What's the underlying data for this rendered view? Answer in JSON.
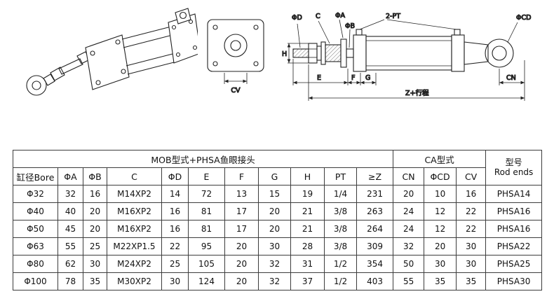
{
  "drawings": {
    "end_view": {
      "cv_label": "CV"
    },
    "side_view": {
      "labels": {
        "phi_d": "ΦD",
        "c": "C",
        "phi_a": "ΦA",
        "phi_b": "ΦB",
        "two_pt": "2-PT",
        "phi_cd": "ΦCD",
        "h": "H",
        "e": "E",
        "f": "F",
        "g": "G",
        "cn": "CN",
        "z_stroke": "Z+行程"
      }
    }
  },
  "table": {
    "group_headers": {
      "mob": "MOB型式+PHSA鱼眼接头",
      "ca": "CA型式",
      "model_cn": "型号",
      "model_en": "Rod ends"
    },
    "columns": [
      "缸径Bore",
      "ΦA",
      "ΦB",
      "C",
      "ΦD",
      "E",
      "F",
      "G",
      "H",
      "PT",
      "≥Z",
      "CN",
      "ΦCD",
      "CV"
    ],
    "rows": [
      [
        "Φ32",
        "32",
        "16",
        "M14XP2",
        "14",
        "72",
        "13",
        "15",
        "19",
        "1/4",
        "231",
        "20",
        "10",
        "16",
        "PHSA14"
      ],
      [
        "Φ40",
        "40",
        "20",
        "M16XP2",
        "16",
        "81",
        "17",
        "20",
        "21",
        "3/8",
        "263",
        "24",
        "12",
        "22",
        "PHSA16"
      ],
      [
        "Φ50",
        "45",
        "20",
        "M16XP2",
        "16",
        "81",
        "17",
        "20",
        "21",
        "3/8",
        "264",
        "24",
        "12",
        "22",
        "PHSA16"
      ],
      [
        "Φ63",
        "55",
        "25",
        "M22XP1.5",
        "22",
        "95",
        "20",
        "30",
        "28",
        "3/8",
        "309",
        "32",
        "20",
        "30",
        "PHSA22"
      ],
      [
        "Φ80",
        "62",
        "30",
        "M24XP2",
        "25",
        "105",
        "20",
        "32",
        "31",
        "1/2",
        "354",
        "50",
        "30",
        "30",
        "PHSA25"
      ],
      [
        "Φ100",
        "78",
        "35",
        "M30XP2",
        "30",
        "124",
        "20",
        "32",
        "37",
        "1/2",
        "403",
        "55",
        "35",
        "35",
        "PHSA30"
      ]
    ]
  }
}
